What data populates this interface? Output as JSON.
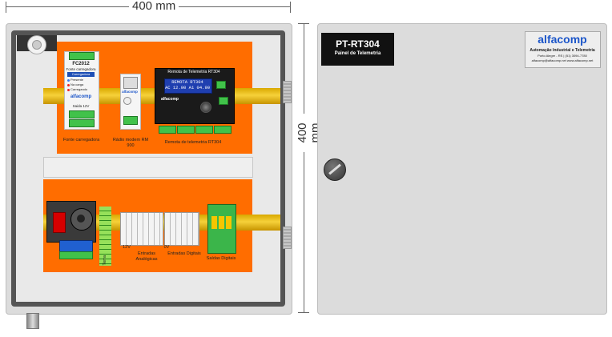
{
  "dimensions": {
    "width_label": "400 mm",
    "height_label": "400 mm"
  },
  "panel": {
    "brand_top": "FC2012",
    "psu_sub": "Fonte carregadora",
    "psu_items": [
      "Carregadora",
      "Presente",
      "Na carga",
      "Carregando"
    ],
    "psu_logo": "alfacomp",
    "psu_bottom": "Saida 12V",
    "modem_logo": "alfacomp",
    "remote_title": "Remota de Telemetria RT304",
    "remote_display_line1": "REMOTA     RT304",
    "remote_display_line2": "AC 12.00   A1 04.90",
    "remote_logo": "alfacomp",
    "labels": {
      "psu": "Fonte carregadora",
      "modem": "Rádio modem RM 900",
      "remote": "Remota de telemetria RT304",
      "terra": "Terra",
      "v12": "12V",
      "analog": "Entradas Analógicas",
      "v0": "0V",
      "digital_in": "Entradas Digitais",
      "digital_out": "Saídas Digitais"
    }
  },
  "door": {
    "title": "PT-RT304",
    "subtitle": "Painel de Telemetria",
    "logo": "alfacomp",
    "logo_sub": "Automação Industrial e Telemetria",
    "logo_line1": "Porto Alegre - RS | (51) 3094-7780",
    "logo_line2": "alfacomp@alfacomp.net   www.alfacomp.net"
  },
  "colors": {
    "panel": "#ff6d00",
    "rail": "#f2c625",
    "terminal": "#41c24a",
    "enclosure": "#dcdcdc"
  }
}
